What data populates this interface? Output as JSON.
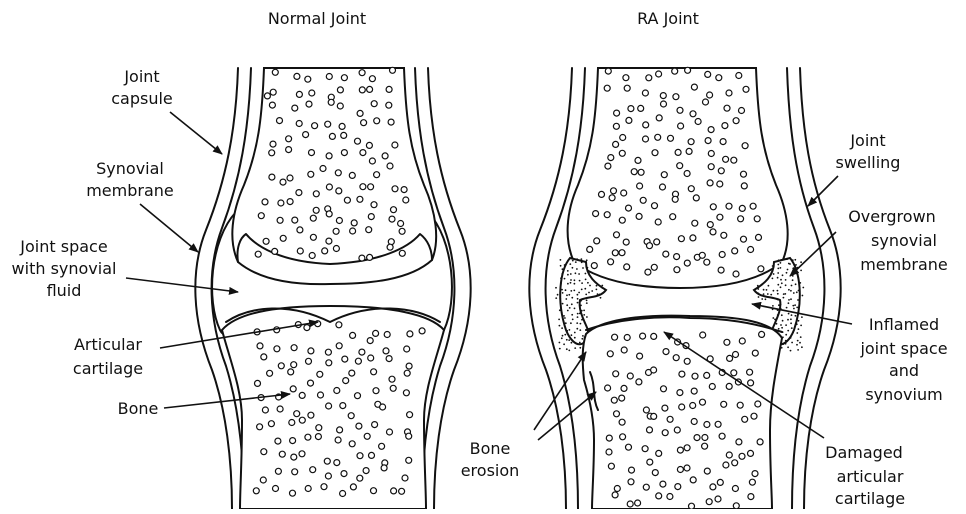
{
  "normal": {
    "title": "Normal Joint",
    "labels": {
      "joint_capsule": [
        "Joint",
        "capsule"
      ],
      "synovial_membrane": [
        "Synovial",
        "membrane"
      ],
      "joint_space": [
        "Joint space",
        "with synovial",
        "fluid"
      ],
      "articular_cartilage": [
        "Articular",
        "cartilage"
      ],
      "bone": [
        "Bone"
      ]
    }
  },
  "ra": {
    "title": "RA Joint",
    "labels": {
      "joint_swelling": [
        "Joint",
        "swelling"
      ],
      "overgrown_synovial": [
        "Overgrown",
        "synovial",
        "membrane"
      ],
      "inflamed_space": [
        "Inflamed",
        "joint space",
        "and",
        "synovium"
      ],
      "damaged_cartilage": [
        "Damaged",
        "articular",
        "cartilage"
      ],
      "bone_erosion": [
        "Bone",
        "erosion"
      ]
    }
  },
  "colors": {
    "line": "#111111",
    "background": "#ffffff"
  }
}
